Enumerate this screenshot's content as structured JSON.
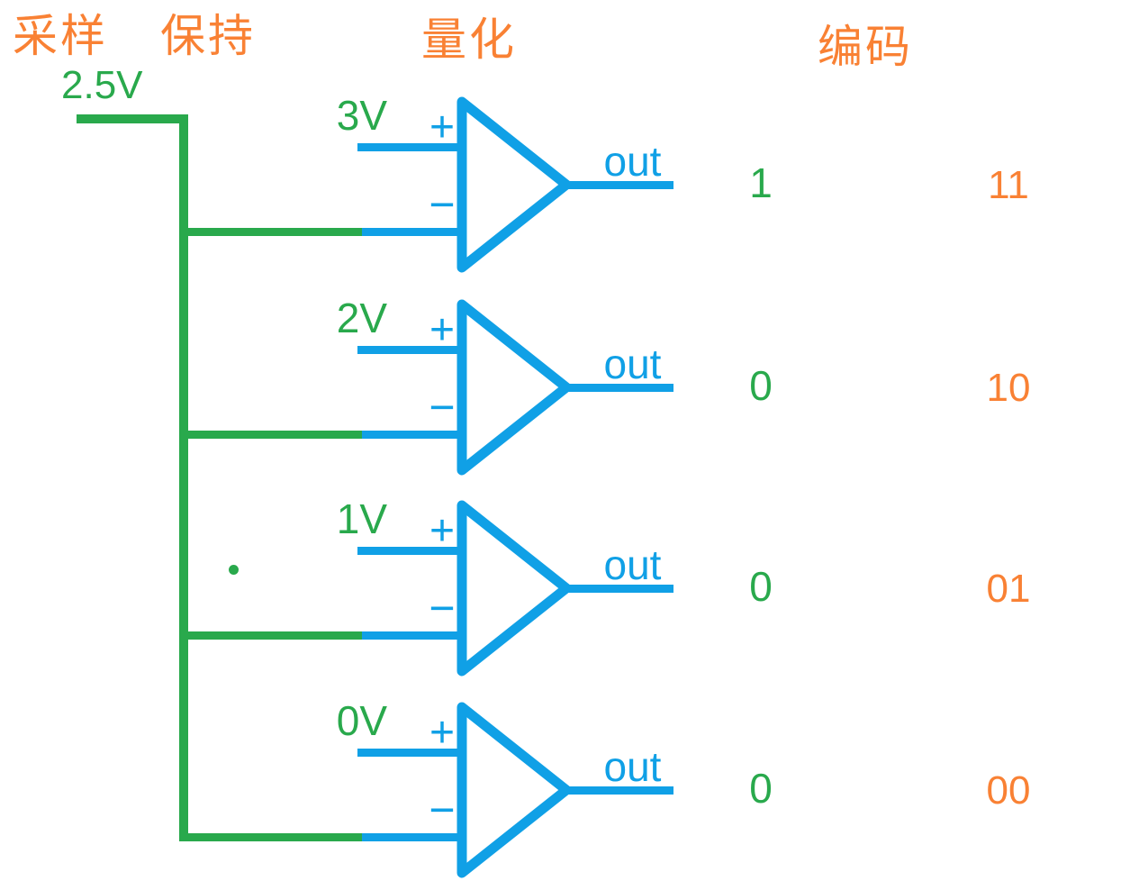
{
  "colors": {
    "orange": "#F98134",
    "green": "#29A94C",
    "blue": "#10A0E6"
  },
  "headers": {
    "sampling": "采样",
    "hold": "保持",
    "quantization": "量化",
    "encoding": "编码"
  },
  "sample_hold": {
    "voltage_label": "2.5V"
  },
  "comparators": [
    {
      "ref_label": "3V",
      "plus_label": "+",
      "minus_label": "−",
      "out_label": "out",
      "bit": "1",
      "code": "11"
    },
    {
      "ref_label": "2V",
      "plus_label": "+",
      "minus_label": "−",
      "out_label": "out",
      "bit": "0",
      "code": "10"
    },
    {
      "ref_label": "1V",
      "plus_label": "+",
      "minus_label": "−",
      "out_label": "out",
      "bit": "0",
      "code": "01"
    },
    {
      "ref_label": "0V",
      "plus_label": "+",
      "minus_label": "−",
      "out_label": "out",
      "bit": "0",
      "code": "00"
    }
  ]
}
